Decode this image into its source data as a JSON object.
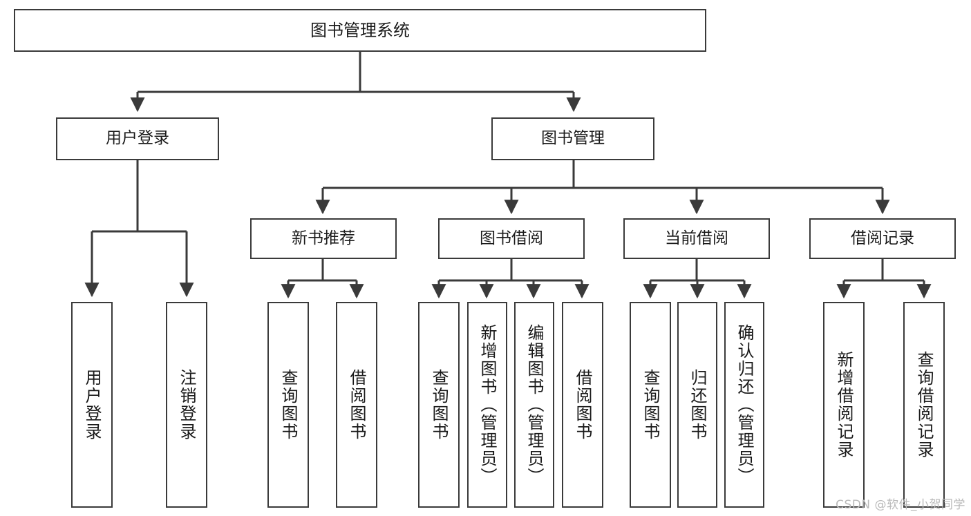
{
  "diagram": {
    "title": "图书管理系统",
    "type": "tree-hierarchy-diagram",
    "colors": {
      "background": "#ffffff",
      "node_border": "#3a3a3a",
      "node_fill": "#ffffff",
      "connector": "#3a3a3a",
      "text": "#1a1a1a",
      "watermark": "#b9b9b9"
    },
    "root": {
      "label": "图书管理系统"
    },
    "level1": [
      {
        "label": "用户登录"
      },
      {
        "label": "图书管理"
      }
    ],
    "level2": [
      {
        "label": "新书推荐"
      },
      {
        "label": "图书借阅"
      },
      {
        "label": "当前借阅"
      },
      {
        "label": "借阅记录"
      }
    ],
    "leaves": {
      "user_login": [
        {
          "label": "用户登录"
        },
        {
          "label": "注销登录"
        }
      ],
      "new_book_recommend": [
        {
          "label": "查询图书"
        },
        {
          "label": "借阅图书"
        }
      ],
      "book_borrow": [
        {
          "label": "查询图书"
        },
        {
          "label": "新增图书（管理员）"
        },
        {
          "label": "编辑图书（管理员）"
        },
        {
          "label": "借阅图书"
        }
      ],
      "current_borrow": [
        {
          "label": "查询图书"
        },
        {
          "label": "归还图书"
        },
        {
          "label": "确认归还（管理员）"
        }
      ],
      "borrow_record": [
        {
          "label": "新增借阅记录"
        },
        {
          "label": "查询借阅记录"
        }
      ]
    }
  },
  "watermark": {
    "text": "CSDN @软件_小贺同学"
  }
}
